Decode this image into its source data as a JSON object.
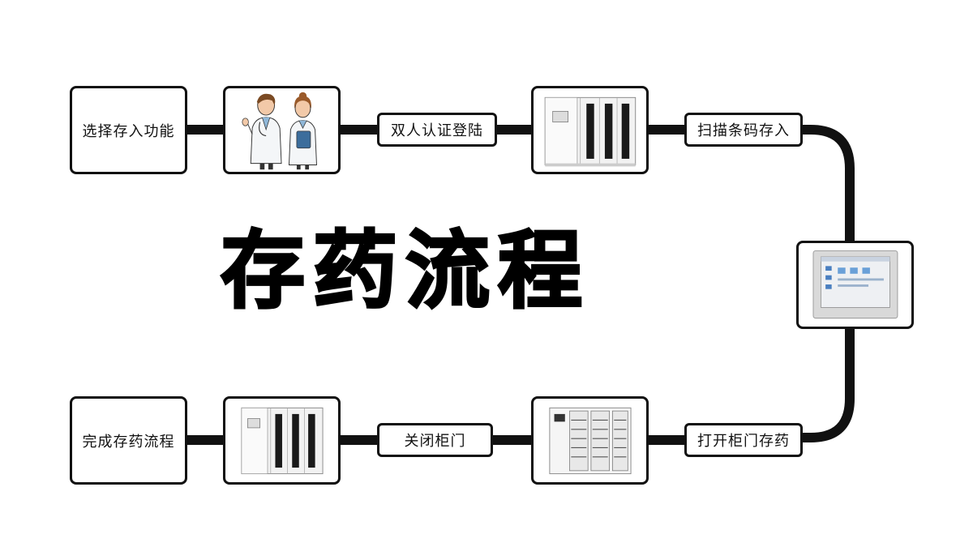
{
  "title": "存药流程",
  "steps": {
    "select": "选择存入功能",
    "login": "双人认证登陆",
    "scan": "扫描条码存入",
    "open": "打开柜门存药",
    "close": "关闭柜门",
    "complete": "完成存药流程"
  },
  "images": {
    "doctors": "doctors-illustration",
    "cabinet_closed_top": "medicine-cabinet-closed",
    "touchscreen": "touchscreen-panel",
    "cabinet_open": "medicine-cabinet-open",
    "cabinet_closed_bottom": "medicine-cabinet-closed"
  },
  "colors": {
    "line": "#111111",
    "background": "#ffffff"
  }
}
